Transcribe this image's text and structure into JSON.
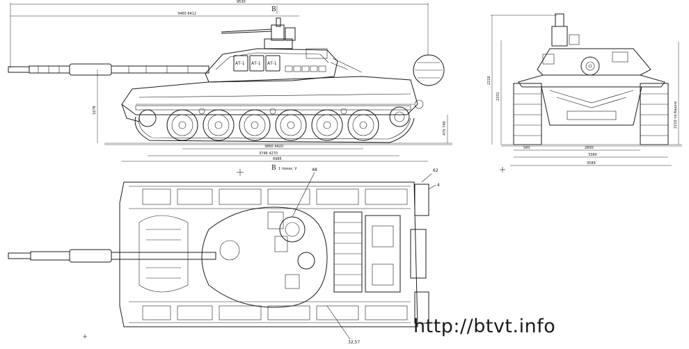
{
  "watermark": "http://btvt.info",
  "side_view": {
    "dimensions": {
      "overall_length": "9530",
      "gun_overhang": "3460 6412",
      "hull_length": "3860 4420",
      "track_length": "3746 4270",
      "hull_length_full": "6985",
      "height": "1678",
      "ground_clearance": "470 740"
    },
    "section_mark_top": "B",
    "section_mark_bottom": "B",
    "section_mark_bottom_note": "1 показ. V",
    "turret_labels": [
      "АТ-1",
      "АТ-1",
      "АТ-1"
    ]
  },
  "front_view": {
    "dimensions": {
      "total_height": "2226",
      "height_to_turret": "2331",
      "height_note": "2210 по башне",
      "track_width": "580",
      "hull_width": "2800",
      "track_span": "3380",
      "overall_width": "3589"
    }
  },
  "top_view": {
    "callouts": [
      "48",
      "62",
      "4",
      "32,57"
    ]
  }
}
